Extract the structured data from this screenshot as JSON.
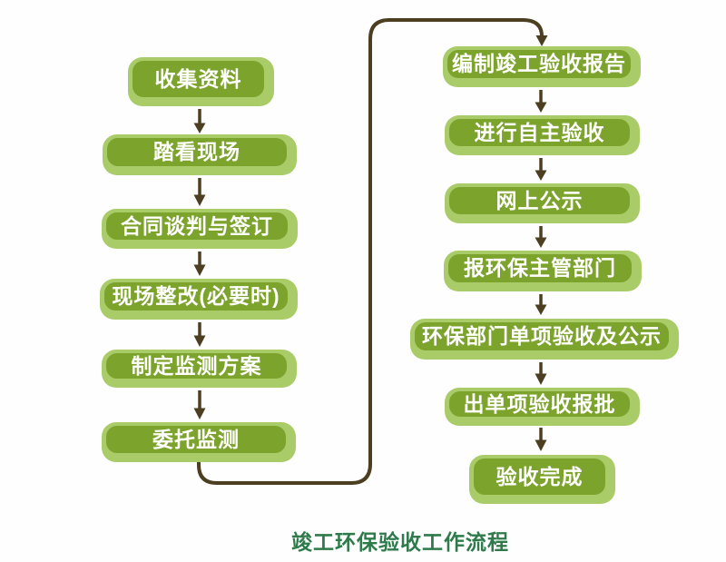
{
  "title": "竣工环保验收工作流程",
  "colors": {
    "box_fill": "#7ca32c",
    "box_shell": "#a9cc69",
    "box_text": "#ffffff",
    "arrow": "#4c3e20",
    "title_text": "#2e7a4b",
    "background": "#fefefe"
  },
  "flow": {
    "left_steps": [
      {
        "label": "收集资料"
      },
      {
        "label": "踏看现场"
      },
      {
        "label": "合同谈判与签订"
      },
      {
        "label": "现场整改(必要时)"
      },
      {
        "label": "制定监测方案"
      },
      {
        "label": "委托监测"
      }
    ],
    "right_steps": [
      {
        "label": "编制竣工验收报告"
      },
      {
        "label": "进行自主验收"
      },
      {
        "label": "网上公示"
      },
      {
        "label": "报环保主管部门"
      },
      {
        "label": "环保部门单项验收及公示"
      },
      {
        "label": "出单项验收报批"
      },
      {
        "label": "验收完成"
      }
    ]
  }
}
